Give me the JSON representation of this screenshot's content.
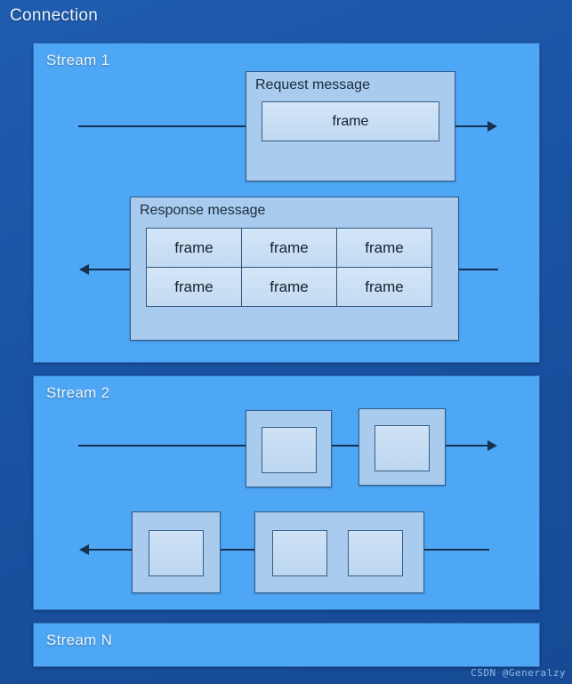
{
  "diagram": {
    "title": "Connection",
    "watermark": "CSDN  @Generalzy",
    "colors": {
      "outer_background": "#1b55a6",
      "stream_panel": "#4ea7f4",
      "message_box": "#a8cbee",
      "frame_fill": "#cfe2f6",
      "line": "#16304f",
      "label_text": "#eaf3fd"
    },
    "streams": [
      {
        "id": "stream1",
        "label": "Stream 1",
        "flows": [
          {
            "direction": "right",
            "message": {
              "title": "Request message",
              "frames": [
                {
                  "label": "frame"
                }
              ]
            }
          },
          {
            "direction": "left",
            "message": {
              "title": "Response message",
              "rows": [
                [
                  {
                    "label": "frame"
                  },
                  {
                    "label": "frame"
                  },
                  {
                    "label": "frame"
                  }
                ],
                [
                  {
                    "label": "frame"
                  },
                  {
                    "label": "frame"
                  },
                  {
                    "label": "frame"
                  }
                ]
              ]
            }
          }
        ]
      },
      {
        "id": "stream2",
        "label": "Stream 2",
        "flows": [
          {
            "direction": "right",
            "groups": [
              {
                "frame_count": 1
              },
              {
                "frame_count": 1
              }
            ]
          },
          {
            "direction": "left",
            "groups": [
              {
                "frame_count": 1
              },
              {
                "frame_count": 2
              }
            ]
          }
        ]
      },
      {
        "id": "streamN",
        "label": "Stream N",
        "flows": []
      }
    ]
  }
}
